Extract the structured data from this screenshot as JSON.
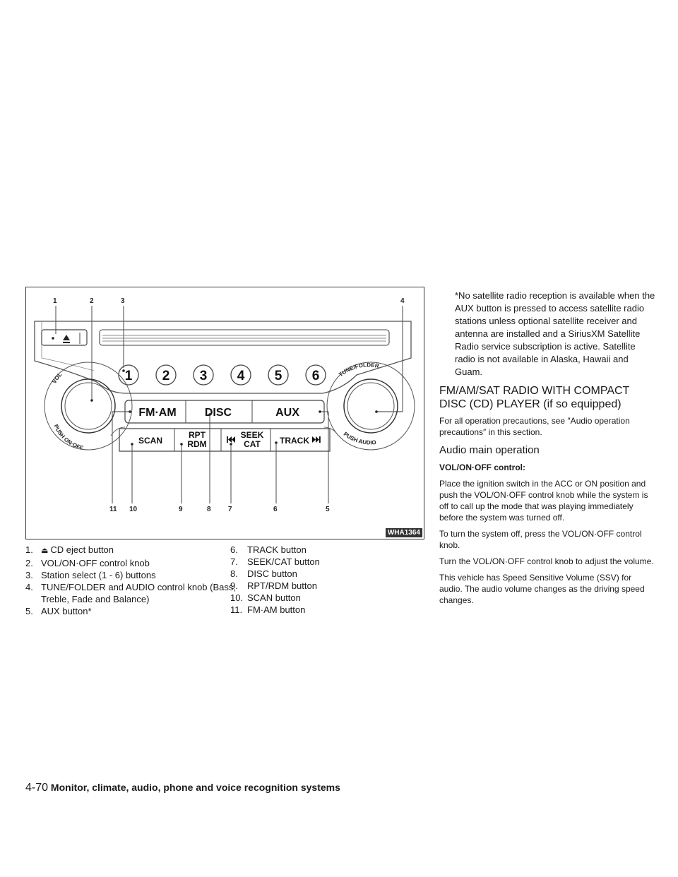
{
  "figure": {
    "code": "WHA1364",
    "callouts_top": [
      "1",
      "2",
      "3",
      "4"
    ],
    "callouts_bottom": [
      "11",
      "10",
      "9",
      "8",
      "7",
      "6",
      "5"
    ],
    "eject_icon": "eject-icon",
    "presets": [
      "1",
      "2",
      "3",
      "4",
      "5",
      "6"
    ],
    "mode_buttons": [
      "FM·AM",
      "DISC",
      "AUX"
    ],
    "scan_label": "SCAN",
    "rpt_label_1": "RPT",
    "rpt_label_2": "RDM",
    "seek_label_1": "SEEK",
    "seek_label_2": "CAT",
    "track_label": "TRACK",
    "vol_top": "VOL",
    "vol_bottom": "PUSH ON·OFF",
    "tune_top": "TUNE/FOLDER",
    "tune_bottom": "PUSH AUDIO"
  },
  "legend_left": [
    {
      "num": "1.",
      "text": "CD eject button"
    },
    {
      "num": "2.",
      "text": "VOL/ON·OFF control knob"
    },
    {
      "num": "3.",
      "text": "Station select (1 - 6) buttons"
    },
    {
      "num": "4.",
      "text": "TUNE/FOLDER and AUDIO control knob (Bass, Treble, Fade and Balance)"
    },
    {
      "num": "5.",
      "text": "AUX button*"
    }
  ],
  "legend_right": [
    {
      "num": "6.",
      "text": "TRACK button"
    },
    {
      "num": "7.",
      "text": "SEEK/CAT button"
    },
    {
      "num": "8.",
      "text": "DISC button"
    },
    {
      "num": "9.",
      "text": "RPT/RDM button"
    },
    {
      "num": "10.",
      "text": "SCAN button"
    },
    {
      "num": "11.",
      "text": "FM·AM button"
    }
  ],
  "note": "*No satellite radio reception is available when the AUX button is pressed to access satellite radio stations unless optional satellite receiver and antenna are installed and a SiriusXM Satellite Radio service subscription is active. Satellite radio is not available in Alaska, Hawaii and Guam.",
  "section_title": "FM/AM/SAT RADIO WITH COMPACT DISC (CD) PLAYER (if so equipped)",
  "section_intro": "For all operation precautions, see ″Audio operation precautions″ in this section.",
  "subsection_title": "Audio main operation",
  "sub_heading": "VOL/ON·OFF control:",
  "paragraphs": [
    "Place the ignition switch in the ACC or ON position and push the VOL/ON·OFF control knob while the system is off to call up the mode that was playing immediately before the system was turned off.",
    "To turn the system off, press the VOL/ON·OFF control knob.",
    "Turn the VOL/ON·OFF control knob to adjust the volume.",
    "This vehicle has Speed Sensitive Volume (SSV) for audio. The audio volume changes as the driving speed changes."
  ],
  "footer": {
    "page": "4-70",
    "title": "Monitor, climate, audio, phone and voice recognition systems"
  }
}
